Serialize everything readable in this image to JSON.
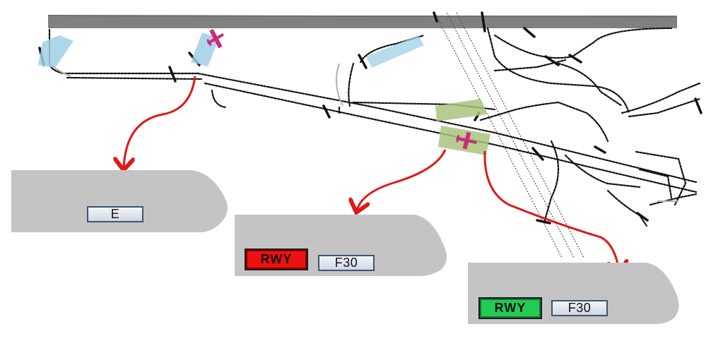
{
  "colors": {
    "background": "#ffffff",
    "taxiway_ink": "#111111",
    "runway_band": "#808080",
    "stopbar_highlight_blue": "#9fd0e4",
    "stopbar_highlight_green": "#a9c47f",
    "aircraft": "#cc2a7a",
    "callout_arrow": "#e01818",
    "panel_fill": "#c4c4c4",
    "rwy_alert": "#ee1111",
    "rwy_clear": "#22cc55",
    "label_border": "#3f5472"
  },
  "icons": {
    "aircraft": "airplane-icon",
    "arrow": "curved-arrow-icon"
  },
  "panels": [
    {
      "id": "panel-1",
      "labels": [
        {
          "kind": "plain",
          "text": "E"
        }
      ]
    },
    {
      "id": "panel-2",
      "labels": [
        {
          "kind": "status",
          "text": "RWY",
          "state": "alert"
        },
        {
          "kind": "plain",
          "text": "F30"
        }
      ]
    },
    {
      "id": "panel-3",
      "labels": [
        {
          "kind": "status",
          "text": "RWY",
          "state": "clear"
        },
        {
          "kind": "plain",
          "text": "F30"
        }
      ]
    }
  ]
}
